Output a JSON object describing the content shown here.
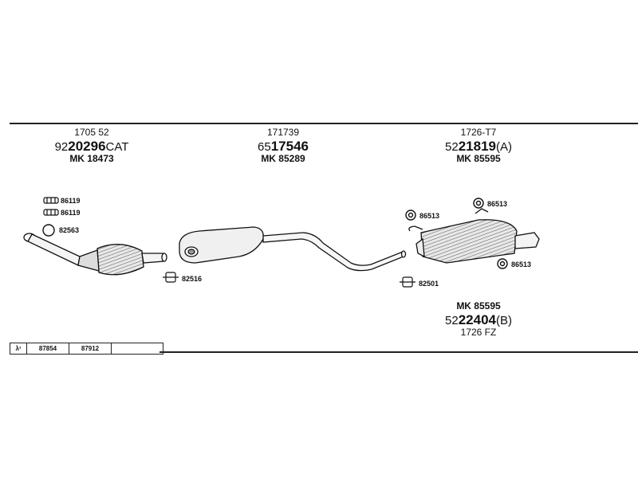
{
  "groups": [
    {
      "ref": "1705 52",
      "prefix": "92",
      "code": "20296",
      "suffix": "CAT",
      "mk": "MK  18473"
    },
    {
      "ref": "171739",
      "prefix": "65",
      "code": "17546",
      "suffix": "",
      "mk": "MK  85289"
    },
    {
      "ref": "1726-T7",
      "prefix": "52",
      "code": "21819",
      "suffix": "(A)",
      "mk": "MK  85595"
    },
    {
      "ref": "1726 FZ",
      "prefix": "52",
      "code": "22404",
      "suffix": "(B)",
      "mk": "MK  85595"
    }
  ],
  "parts": {
    "p86119a": "86119",
    "p86119b": "86119",
    "p82563": "82563",
    "p82516": "82516",
    "p82501": "82501",
    "p86513a": "86513",
    "p86513b": "86513",
    "p86513c": "86513"
  },
  "lambda_table": {
    "symbol": "λ¹",
    "cells": [
      "87854",
      "87912",
      ""
    ]
  }
}
